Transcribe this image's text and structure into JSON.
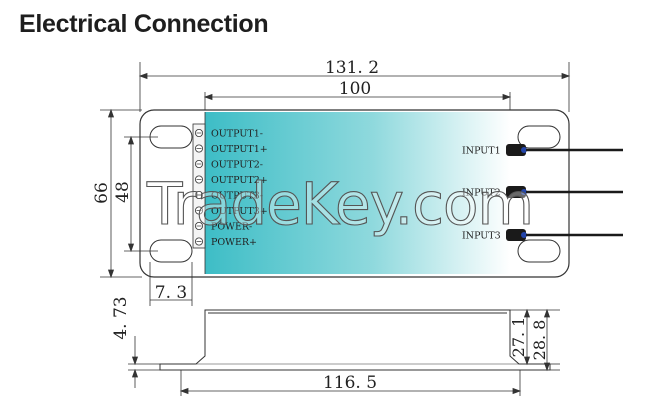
{
  "page": {
    "title": "Electrical Connection"
  },
  "diagram": {
    "colors": {
      "label_gradient_start": "#3dbdc6",
      "label_gradient_end": "#ffffff",
      "line": "#333333",
      "wire": "#1a1a1a",
      "connector": "#2244aa"
    },
    "dimensions": {
      "overall_length": "131. 2",
      "label_width": "100",
      "height": "66",
      "hole_spacing": "48",
      "hole_offset": "7. 3",
      "side_flange": "4. 73",
      "side_length": "116. 5",
      "side_inner_height": "27. 1",
      "side_outer_height": "28. 8"
    },
    "outputs": [
      "OUTPUT1-",
      "OUTPUT1+",
      "OUTPUT2-",
      "OUTPUT2+",
      "OUTPUT3-",
      "OUTPUT3+",
      "POWER-",
      "POWER+"
    ],
    "inputs": [
      "INPUT1",
      "INPUT2",
      "INPUT3"
    ],
    "watermark": "TradeKey.com"
  }
}
